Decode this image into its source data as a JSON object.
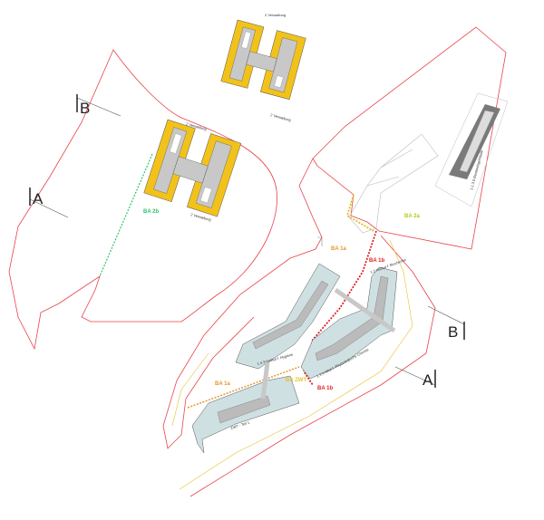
{
  "colors": {
    "boundary": "#e8424a",
    "ba1a": "#e8952a",
    "ba1b": "#e02020",
    "ba2a": "#b6c81a",
    "ba2b": "#2ec46a",
    "zwt": "#e8c22a",
    "building_new": "#cfe0e2",
    "building_admin": "#f2c21a",
    "building_existing": "#7a7a7a"
  },
  "phases": {
    "ba_2b": "BA 2b",
    "ba_2a": "BA 2a",
    "ba_1a_top": "BA 1a",
    "ba_1a_bottom": "BA 1a",
    "ba_1b_top": "BA 1b",
    "ba_1b_bottom": "BA 1b",
    "ba_zwt": "BA ZWT"
  },
  "buildings": {
    "admin_top_1": "2 Verwaltung",
    "admin_top_2": "2 Verwaltung",
    "admin_mid_1": "2 Verwaltung",
    "admin_mid_2": "2 Verwaltung",
    "hygiene": "1.4.3 Institut f. Hygiene",
    "biochemie": "1.2 Institut f. Biochemie",
    "phys_chemie": "1.3 Institut f. Physiologische Chemie",
    "zwt": "ZWT - Teil 1",
    "existing": "1.1.3.0 Bestandsgebäude"
  },
  "sections": {
    "a_left": "A",
    "b_left": "B",
    "b_right": "B",
    "a_right": "A"
  }
}
